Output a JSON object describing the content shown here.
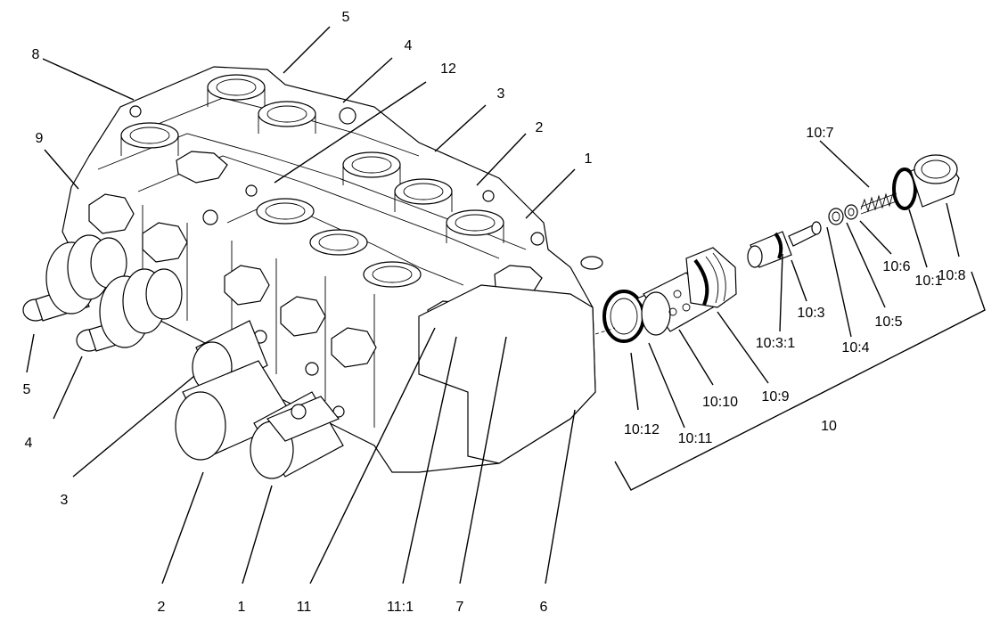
{
  "callouts": {
    "c5_top": "5",
    "c4_top": "4",
    "c12": "12",
    "c8": "8",
    "c3_top": "3",
    "c2_top": "2",
    "c1_top": "1",
    "c9": "9",
    "c5_left": "5",
    "c4_left": "4",
    "c3_left": "3",
    "c2_bot": "2",
    "c1_bot": "1",
    "c11": "11",
    "c11_1": "11:1",
    "c7": "7",
    "c6": "6",
    "c10_7": "10:7",
    "c10_8": "10:8",
    "c10_1": "10:1",
    "c10_6": "10:6",
    "c10_5": "10:5",
    "c10_3": "10:3",
    "c10_3_1": "10:3:1",
    "c10_4": "10:4",
    "c10_9": "10:9",
    "c10_10": "10:10",
    "c10_11": "10:11",
    "c10_12": "10:12",
    "c10": "10"
  }
}
